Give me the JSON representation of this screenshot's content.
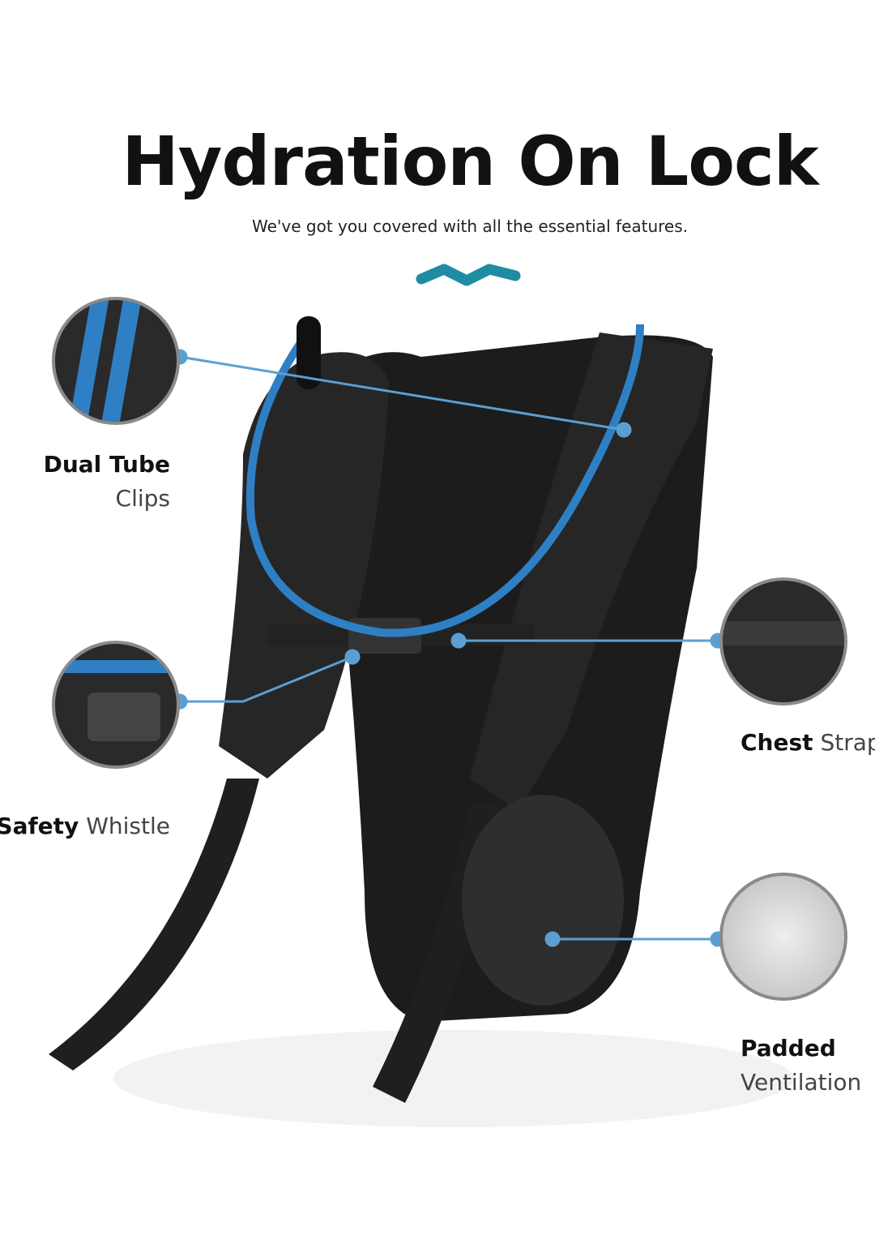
{
  "header": {
    "title": "Hydration On Lock",
    "subtitle": "We've got you covered with all the essential features."
  },
  "features": [
    {
      "bold": "Dual Tube",
      "light": "Clips",
      "icon": "tube-clip-closeup"
    },
    {
      "bold": "Safety",
      "light": "Whistle",
      "icon": "whistle-buckle-closeup"
    },
    {
      "bold": "Chest",
      "light": "Strap",
      "icon": "chest-strap-closeup"
    },
    {
      "bold": "Padded",
      "light": "Ventilation",
      "icon": "mesh-closeup"
    }
  ],
  "colors": {
    "accent": "#1f8ca3",
    "leader": "#5b9fd2",
    "tube": "#2f7fc4",
    "bag": "#1a1a1a"
  }
}
